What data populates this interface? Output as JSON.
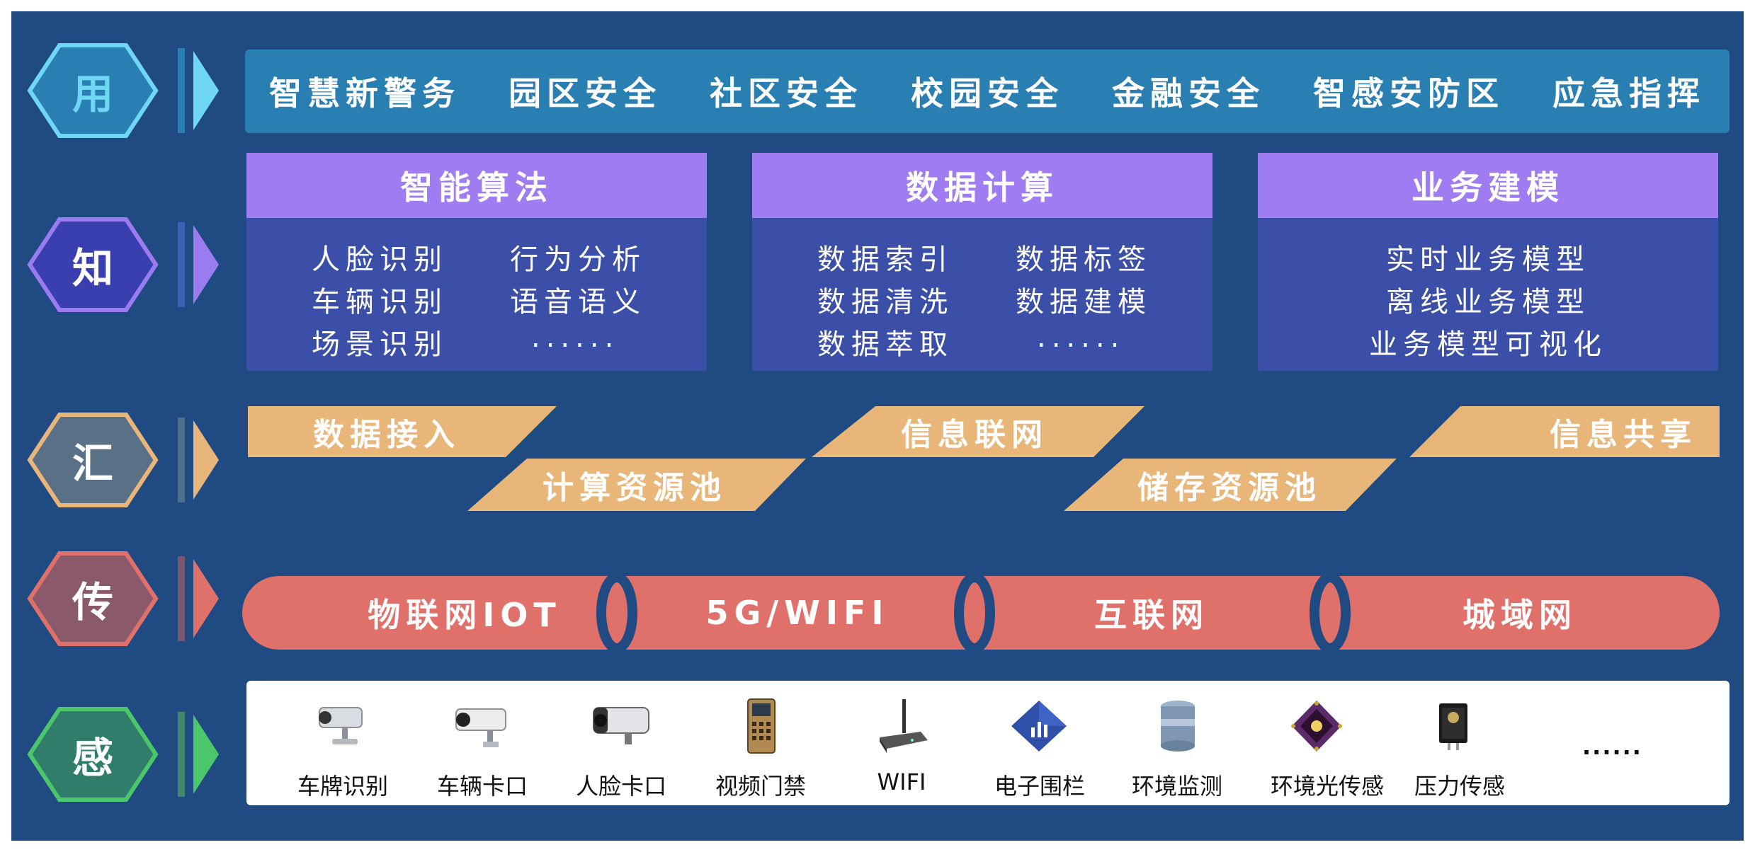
{
  "layers": {
    "use": {
      "badge": "用",
      "color": "#6fd6f4"
    },
    "know": {
      "badge": "知",
      "color": "#9b7cf0"
    },
    "gather": {
      "badge": "汇",
      "color": "#e9b67a"
    },
    "transmit": {
      "badge": "传",
      "color": "#e0706a"
    },
    "sense": {
      "badge": "感",
      "color": "#4cc66a"
    }
  },
  "use_bar": {
    "items": [
      "智慧新警务",
      "园区安全",
      "社区安全",
      "校园安全",
      "金融安全",
      "智感安防区",
      "应急指挥"
    ]
  },
  "know_panels": [
    {
      "title": "智能算法",
      "col1": [
        "人脸识别",
        "车辆识别",
        "场景识别"
      ],
      "col2": [
        "行为分析",
        "语音语义",
        "......"
      ]
    },
    {
      "title": "数据计算",
      "col1": [
        "数据索引",
        "数据清洗",
        "数据萃取"
      ],
      "col2": [
        "数据标签",
        "数据建模",
        "......"
      ]
    },
    {
      "title": "业务建模",
      "lines": [
        "实时业务模型",
        "离线业务模型",
        "业务模型可视化"
      ]
    }
  ],
  "gather_blocks": [
    "数据接入",
    "计算资源池",
    "信息联网",
    "储存资源池",
    "信息共享"
  ],
  "transmit_bar": {
    "segments": [
      "物联网IOT",
      "5G/WIFI",
      "互联网",
      "城域网"
    ]
  },
  "sense_bar": {
    "items": [
      {
        "label": "车牌识别",
        "icon": "bullet-camera-icon"
      },
      {
        "label": "车辆卡口",
        "icon": "checkpoint-camera-icon"
      },
      {
        "label": "人脸卡口",
        "icon": "box-camera-icon"
      },
      {
        "label": "视频门禁",
        "icon": "door-access-panel-icon"
      },
      {
        "label": "WIFI",
        "icon": "wifi-router-icon"
      },
      {
        "label": "电子围栏",
        "icon": "electronic-fence-icon"
      },
      {
        "label": "环境监测",
        "icon": "environment-sensor-icon"
      },
      {
        "label": "环境光传感",
        "icon": "light-sensor-icon"
      },
      {
        "label": "压力传感",
        "icon": "pressure-sensor-icon"
      }
    ],
    "more": "......"
  }
}
